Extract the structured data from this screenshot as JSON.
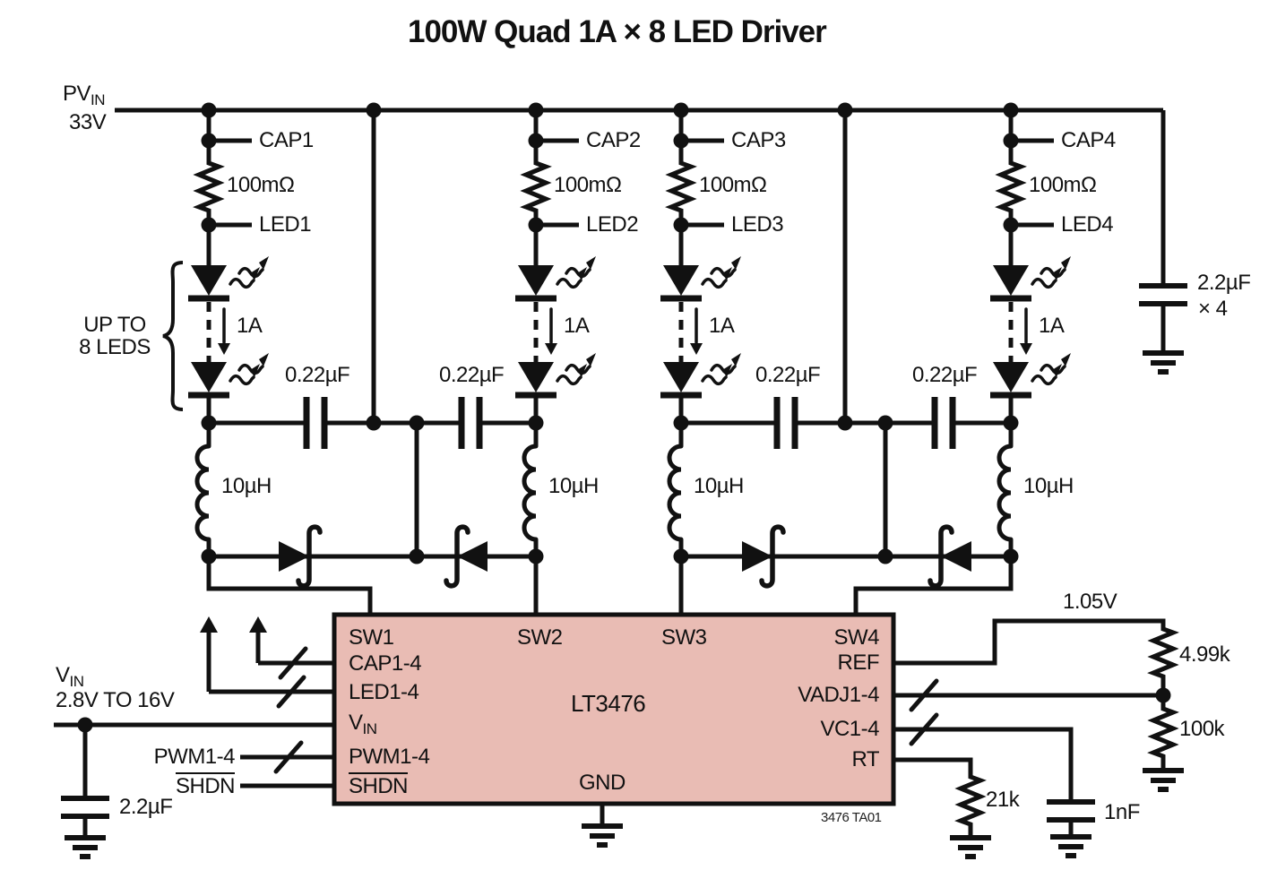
{
  "title": "100W Quad 1A × 8 LED Driver",
  "supply": {
    "name": "PV",
    "sub": "IN",
    "value": "33V"
  },
  "input": {
    "name": "V",
    "sub": "IN",
    "range": "2.8V TO 16V",
    "bypass_cap": "2.2µF"
  },
  "led_note": {
    "line1": "UP TO",
    "line2": "8 LEDS"
  },
  "channels": [
    {
      "cap_pin": "CAP1",
      "led_pin": "LED1",
      "sense_res": "100mΩ",
      "led_current": "1A",
      "coupling_cap": "0.22µF",
      "inductor": "10µH"
    },
    {
      "cap_pin": "CAP2",
      "led_pin": "LED2",
      "sense_res": "100mΩ",
      "led_current": "1A",
      "coupling_cap": "0.22µF",
      "inductor": "10µH"
    },
    {
      "cap_pin": "CAP3",
      "led_pin": "LED3",
      "sense_res": "100mΩ",
      "led_current": "1A",
      "coupling_cap": "0.22µF",
      "inductor": "10µH"
    },
    {
      "cap_pin": "CAP4",
      "led_pin": "LED4",
      "sense_res": "100mΩ",
      "led_current": "1A",
      "coupling_cap": "0.22µF",
      "inductor": "10µH"
    }
  ],
  "output_cap": {
    "value": "2.2µF",
    "qty": "× 4"
  },
  "ic": {
    "part": "LT3476",
    "sw_pins": [
      "SW1",
      "SW2",
      "SW3",
      "SW4"
    ],
    "left_pins": {
      "cap": "CAP1-4",
      "led": "LED1-4",
      "vin_base": "V",
      "vin_sub": "IN",
      "pwm": "PWM1-4",
      "shdn": "SHDN"
    },
    "right_pins": {
      "ref": "REF",
      "vadj": "VADJ1-4",
      "vc": "VC1-4",
      "rt": "RT"
    },
    "gnd": "GND",
    "note": "3476 TA01"
  },
  "controls": {
    "pwm": "PWM1-4",
    "shdn": "SHDN"
  },
  "ref_divider": {
    "voltage": "1.05V",
    "r_top": "4.99k",
    "r_bottom": "100k"
  },
  "rt_res": {
    "value": "21k"
  },
  "vc_cap": {
    "value": "1nF"
  }
}
